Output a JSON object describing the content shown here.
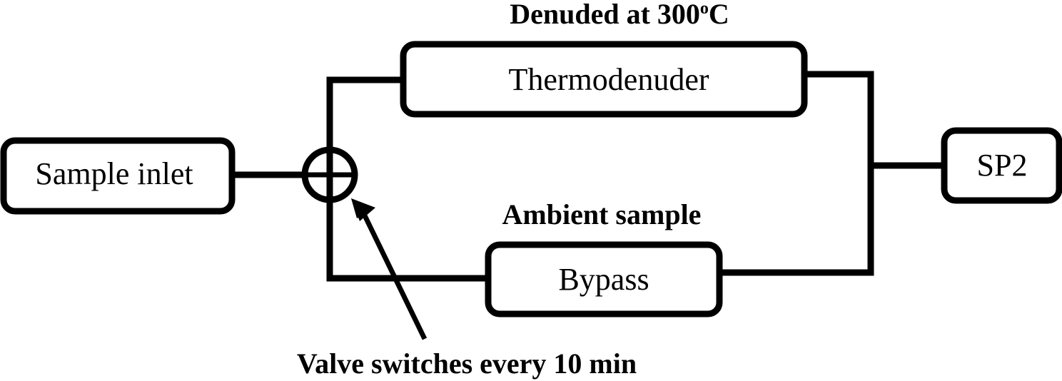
{
  "diagram": {
    "nodes": {
      "sample_inlet": {
        "label": "Sample inlet"
      },
      "thermodenuder": {
        "label": "Thermodenuder",
        "annotation": "Denuded at 300",
        "annotation_unit_sup": "o",
        "annotation_unit": "C"
      },
      "bypass": {
        "label": "Bypass",
        "annotation": "Ambient sample"
      },
      "sp2": {
        "label": "SP2"
      },
      "valve": {
        "label": "Valve switches every 10 min"
      }
    },
    "edges": [
      {
        "from": "sample_inlet",
        "to": "valve"
      },
      {
        "from": "valve",
        "to": "thermodenuder"
      },
      {
        "from": "valve",
        "to": "bypass"
      },
      {
        "from": "thermodenuder",
        "to": "sp2"
      },
      {
        "from": "bypass",
        "to": "sp2"
      }
    ],
    "colors": {
      "stroke": "#000000",
      "fill": "#ffffff"
    }
  }
}
